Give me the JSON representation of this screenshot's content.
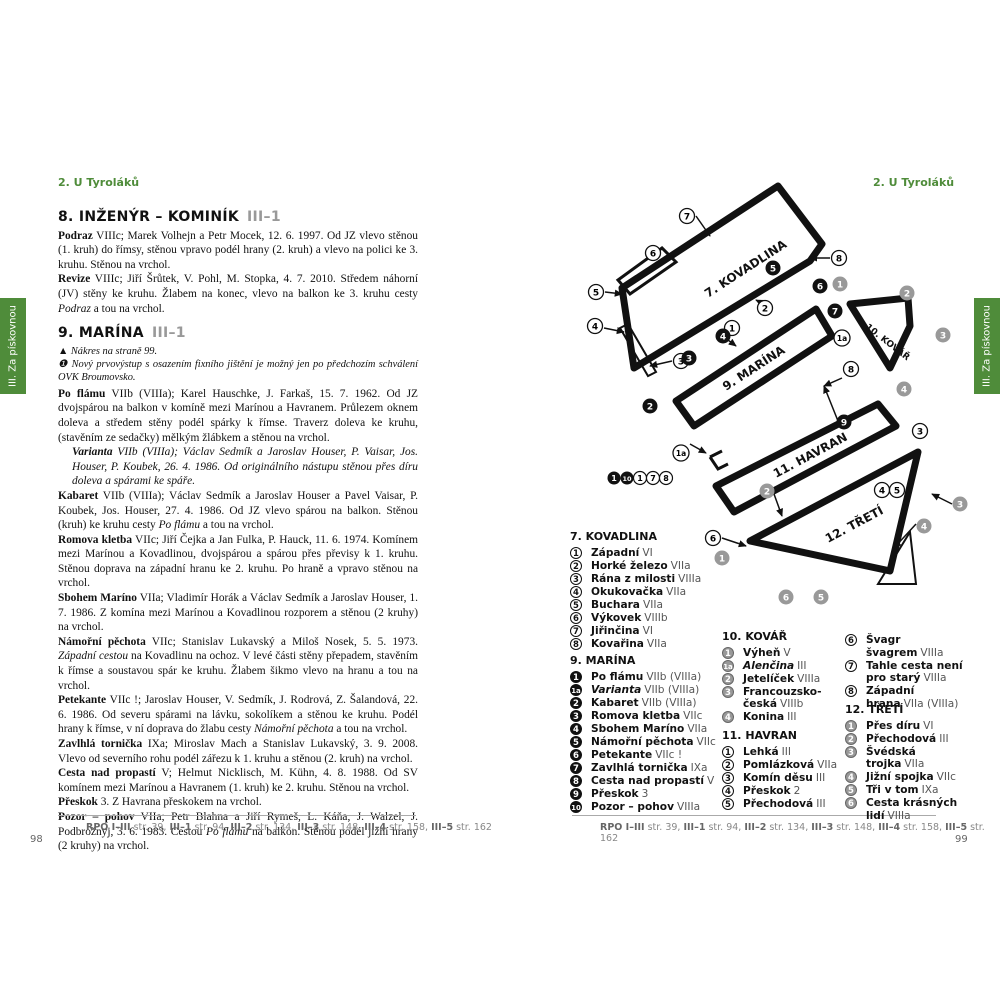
{
  "header": {
    "left": "2. U Tyroláků",
    "right": "2. U Tyroláků"
  },
  "tab": {
    "label": "III. Za pískovnou"
  },
  "left_page": {
    "sec8": {
      "title": "8. INŽENÝR – KOMINÍK",
      "grade": "III–1"
    },
    "sec8_p1": {
      "name": "Podraz",
      "text": " VIIIc; Marek Volhejn a Petr Mocek, 12. 6. 1997. Od JZ vlevo stěnou (1. kruh) do římsy, stěnou vpravo podél hrany (2. kruh) a vlevo na polici ke 3. kruhu. Stěnou na vrchol."
    },
    "sec8_p2": {
      "name": "Revize",
      "text": " VIIIc; Jiří Šrůtek, V. Pohl, M. Stopka, 4. 7. 2010. Středem náhorní (JV) stěny ke kruhu. Žlabem na konec, vlevo na balkon ke 3. kruhu cesty ",
      "ital": "Podraz",
      "tail": " a tou na vrchol."
    },
    "sec9": {
      "title": "9. MARÍNA",
      "grade": "III–1"
    },
    "note1": "▲ Nákres na straně 99.",
    "note2": "❶ Nový prvovýstup s osazením fixního jištění je možný jen po předchozím schválení OVK Broumovsko.",
    "p_flamu": {
      "name": "Po flámu",
      "text": " VIIb (VIIIa); Karel Hauschke, J. Farkaš, 15. 7. 1962. Od JZ dvojspárou na balkon v komíně mezi Marínou a Havranem. Průlezem oknem doleva a středem stěny podél spárky k římse. Traverz doleva ke kruhu, (stavěním ze sedačky) mělkým žlábkem a stěnou na vrchol."
    },
    "p_varianta": {
      "name": "Varianta",
      "text": " VIIb (VIIIa); Václav Sedmík a Jaroslav Houser, P. Vaisar, Jos. Houser, P. Koubek, 26. 4. 1986. Od originálního nástupu stěnou přes díru doleva a spárami ke spáře."
    },
    "p_kabaret": {
      "name": "Kabaret",
      "text": " VIIb (VIIIa); Václav Sedmík a Jaroslav Houser a Pavel Vaisar, P. Koubek, Jos. Houser, 27. 4. 1986. Od JZ vlevo spárou na balkon. Stěnou (kruh) ke kruhu cesty ",
      "ital": "Po flámu",
      "tail": " a tou na vrchol."
    },
    "p_romova": {
      "name": "Romova kletba",
      "text": " VIIc; Jiří Čejka a Jan Fulka, P. Hauck, 11. 6. 1974. Komínem mezi Marínou a Kovadlinou, dvojspárou a spárou přes převisy k 1. kruhu. Stěnou doprava na západní hranu ke 2. kruhu. Po hraně a vpravo stěnou na vrchol."
    },
    "p_sbohem": {
      "name": "Sbohem Maríno",
      "text": " VIIa; Vladimír Horák a Václav Sedmík a Jaroslav Houser, 1. 7. 1986. Z komína mezi Marínou a Kovadlinou rozporem a stěnou (2 kruhy) na vrchol."
    },
    "p_namorni": {
      "name": "Námořní pěchota",
      "text": " VIIc; Stanislav Lukavský a Miloš Nosek, 5. 5. 1973. ",
      "ital": "Západní cestou",
      "tail": " na Kovadlinu na ochoz. V levé části stěny přepadem, stavěním k římse a soustavou spár ke kruhu. Žlabem šikmo vlevo na hranu a tou na vrchol."
    },
    "p_petekante": {
      "name": "Petekante",
      "text": " VIIc !; Jaroslav Houser, V. Sedmík, J. Rodrová, Z. Šalandová, 22. 6. 1986. Od severu spárami na lávku, sokolíkem a stěnou ke kruhu. Podél hrany k římse, v ní doprava do žlabu cesty ",
      "ital": "Námořní pěchota",
      "tail": " a tou na vrchol."
    },
    "p_zavlhla": {
      "name": "Zavlhlá tornička",
      "text": " IXa; Miroslav Mach a Stanislav Lukavský, 3. 9. 2008. Vlevo od severního rohu podél zářezu k 1. kruhu a stěnou (2. kruh) na vrchol."
    },
    "p_cesta": {
      "name": "Cesta nad propastí",
      "text": " V; Helmut Nicklisch, M. Kühn, 4. 8. 1988. Od SV komínem mezi Marínou a Havranem (1. kruh) ke 2. kruhu. Stěnou na vrchol."
    },
    "p_preskok": {
      "name": "Přeskok",
      "text": " 3. Z Havrana přeskokem na vrchol."
    },
    "p_pozor": {
      "name": "Pozor – pohov",
      "text": " VIIa; Petr Blahna a Jiří Rymeš, L. Káňa, J. Walzel, J. Podbrožnyj, 3. 6. 1983. Cestou ",
      "ital": "Po flámu",
      "tail": " na balkon. Stěnou podél jižní hrany (2 kruhy) na vrchol."
    }
  },
  "footer": {
    "left": [
      "RPO I–III",
      " str. 39, ",
      "III–1",
      " str. 94, ",
      "III–2",
      " str. 134, ",
      "III–3",
      " str. 148, ",
      "III–4",
      " str. 158, ",
      "III–5",
      " str. 162"
    ],
    "page_left": "98",
    "page_right": "99"
  },
  "diagram": {
    "rocks": [
      "7. KOVADLINA",
      "9. MARÍNA",
      "11. HAVRAN",
      "12. TŘETÍ",
      "10. KOVÁŘ"
    ],
    "start_row": [
      "1",
      "10",
      "1",
      "7",
      "8"
    ]
  },
  "legend": {
    "kovadlina": {
      "title": "7. KOVADLINA",
      "items": [
        {
          "n": "1",
          "name": "Západní",
          "grade": "VI"
        },
        {
          "n": "2",
          "name": "Horké železo",
          "grade": "VIIa"
        },
        {
          "n": "3",
          "name": "Rána z milosti",
          "grade": "VIIIa"
        },
        {
          "n": "4",
          "name": "Okukovačka",
          "grade": "VIIa"
        },
        {
          "n": "5",
          "name": "Buchara",
          "grade": "VIIa"
        },
        {
          "n": "6",
          "name": "Výkovek",
          "grade": "VIIIb"
        },
        {
          "n": "7",
          "name": "Jiřinčina",
          "grade": "VI"
        },
        {
          "n": "8",
          "name": "Kovařina",
          "grade": "VIIa"
        }
      ]
    },
    "marina": {
      "title": "9. MARÍNA",
      "items": [
        {
          "n": "1",
          "name": "Po flámu",
          "grade": "VIIb (VIIIa)",
          "f": true
        },
        {
          "n": "1a",
          "name": "Varianta",
          "grade": "VIIb (VIIIa)",
          "f": true,
          "it": true
        },
        {
          "n": "2",
          "name": "Kabaret",
          "grade": "VIIb (VIIIa)",
          "f": true
        },
        {
          "n": "3",
          "name": "Romova kletba",
          "grade": "VIIc",
          "f": true
        },
        {
          "n": "4",
          "name": "Sbohem Maríno",
          "grade": "VIIa",
          "f": true
        },
        {
          "n": "5",
          "name": "Námořní pěchota",
          "grade": "VIIc",
          "f": true
        },
        {
          "n": "6",
          "name": "Petekante",
          "grade": "VIIc !",
          "f": true
        },
        {
          "n": "7",
          "name": "Zavlhlá tornička",
          "grade": "IXa",
          "f": true
        },
        {
          "n": "8",
          "name": "Cesta nad propastí",
          "grade": "V",
          "f": true
        },
        {
          "n": "9",
          "name": "Přeskok",
          "grade": "3",
          "f": true
        },
        {
          "n": "10",
          "name": "Pozor – pohov",
          "grade": "VIIIa",
          "f": true
        }
      ]
    },
    "kovar": {
      "title": "10. KOVÁŘ",
      "items": [
        {
          "n": "1",
          "name": "Výheň",
          "grade": "V",
          "g": true
        },
        {
          "n": "1a",
          "name": "Alenčina",
          "grade": "III",
          "g": true,
          "it": true
        },
        {
          "n": "2",
          "name": "Jetelíček",
          "grade": "VIIIa",
          "g": true
        },
        {
          "n": "3",
          "name": "Francouzsko-česká",
          "grade": "VIIIb",
          "g": true
        },
        {
          "n": "4",
          "name": "Konina",
          "grade": "III",
          "g": true
        }
      ]
    },
    "havran": {
      "title": "11. HAVRAN",
      "items": [
        {
          "n": "1",
          "name": "Lehká",
          "grade": "III"
        },
        {
          "n": "2",
          "name": "Pomlázková",
          "grade": "VIIa"
        },
        {
          "n": "3",
          "name": "Komín děsu",
          "grade": "III"
        },
        {
          "n": "4",
          "name": "Přeskok",
          "grade": "2"
        },
        {
          "n": "5",
          "name": "Přechodová",
          "grade": "III"
        }
      ]
    },
    "havran2": {
      "items": [
        {
          "n": "6",
          "name": "Švagr švagrem",
          "grade": "VIIIa"
        },
        {
          "n": "7",
          "name": "Tahle cesta není pro starý",
          "grade": "VIIIa"
        },
        {
          "n": "8",
          "name": "Západní hrana",
          "grade": "VIIa (VIIIa)"
        }
      ]
    },
    "treti": {
      "title": "12. TŘETÍ",
      "items": [
        {
          "n": "1",
          "name": "Přes díru",
          "grade": "VI",
          "g": true
        },
        {
          "n": "2",
          "name": "Přechodová",
          "grade": "III",
          "g": true
        },
        {
          "n": "3",
          "name": "Švédská trojka",
          "grade": "VIIa",
          "g": true
        },
        {
          "n": "4",
          "name": "Jižní spojka",
          "grade": "VIIc",
          "g": true
        },
        {
          "n": "5",
          "name": "Tři v tom",
          "grade": "IXa",
          "g": true
        },
        {
          "n": "6",
          "name": "Cesta krásných lidí",
          "grade": "VIIIa",
          "g": true
        }
      ]
    }
  }
}
